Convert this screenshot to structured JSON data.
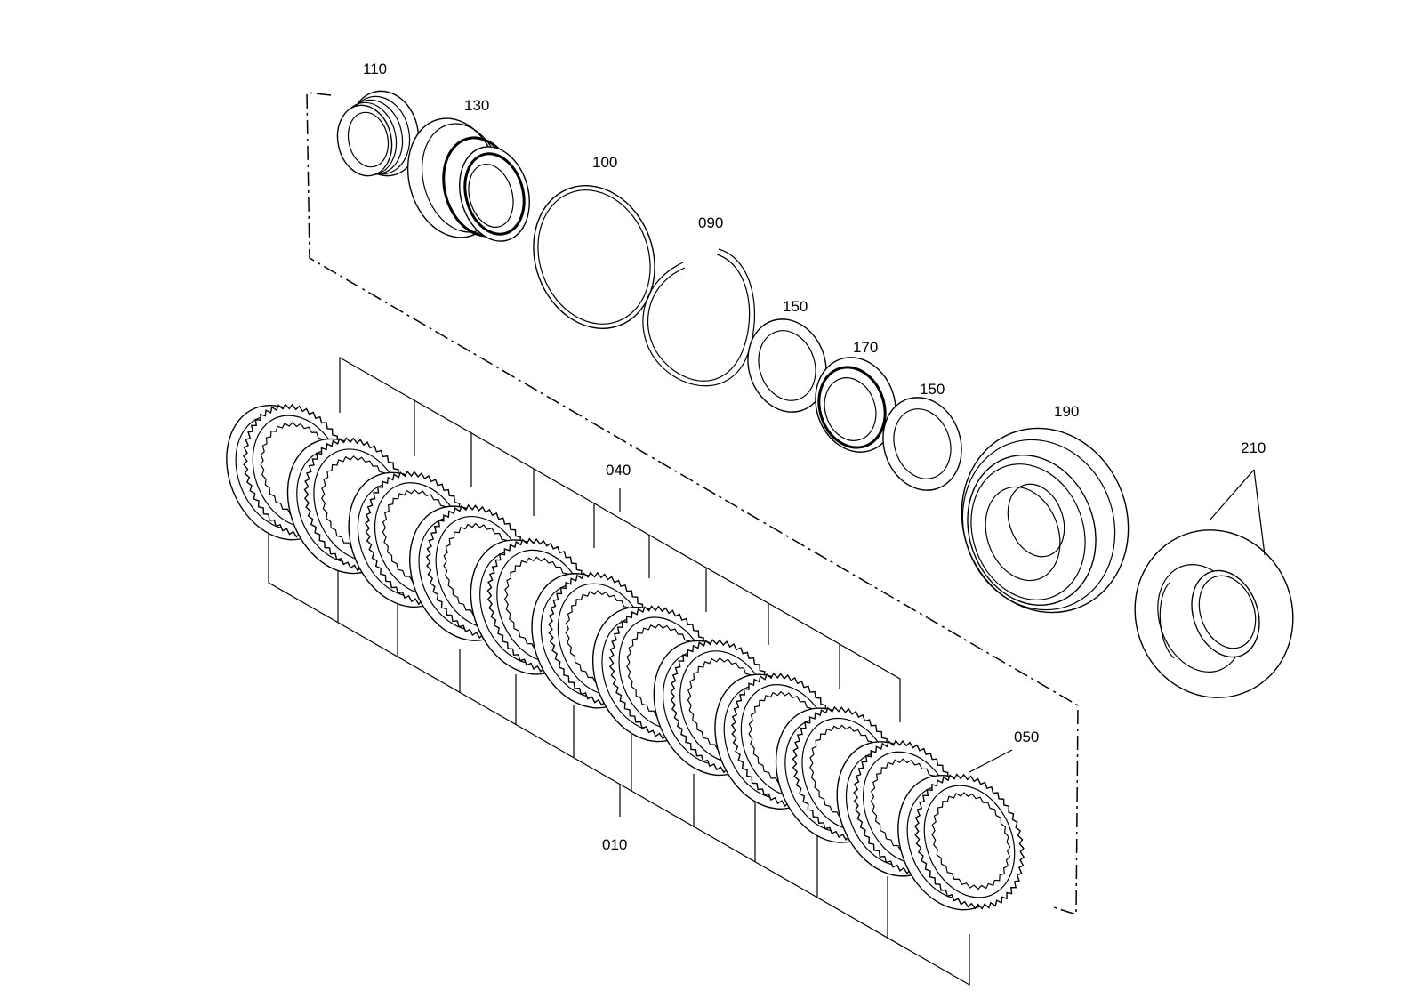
{
  "diagram": {
    "labels": {
      "p110": "110",
      "p130": "130",
      "p100": "100",
      "p090": "090",
      "p150a": "150",
      "p170": "170",
      "p150b": "150",
      "p190": "190",
      "p210": "210",
      "p040": "040",
      "p050": "050",
      "p010": "010"
    },
    "clutch_pack": {
      "plate_count": 12
    },
    "colors": {
      "line": "#000000",
      "background": "#ffffff"
    }
  }
}
